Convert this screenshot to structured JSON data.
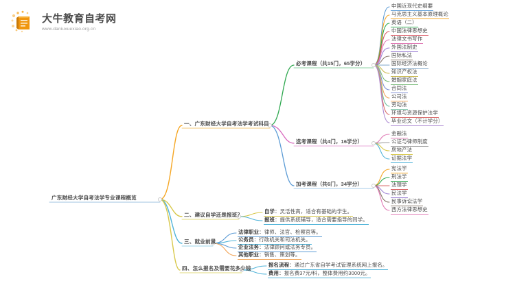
{
  "logo": {
    "title": "大牛教育自考网",
    "url": "www.daniuxuexiao.org.cn",
    "icon": "book-icon"
  },
  "mindmap": {
    "root": "广东财经大学自考法学专业课程概览",
    "branches": [
      {
        "label": "一、广东财经大学自考法学考试科目",
        "color": "#f5a623",
        "children": [
          {
            "label": "必考课程（共15门，65学分）",
            "color": "#2ea84f",
            "items": [
              "中国近现代史纲要",
              "马克思主义基本原理概论",
              "英语（二）",
              "中国法律思想史",
              "法律文书写作",
              "外国法制史",
              "国际私法",
              "国际经济法概论",
              "知识产权法",
              "婚姻家庭法",
              "合同法",
              "公司法",
              "劳动法",
              "环境与资源保护法学",
              "毕业论文（不计学分）"
            ],
            "item_colors": [
              "#5b9bd5",
              "#f5a623",
              "#2ea84f",
              "#d94f5c",
              "#e07ab5",
              "#9b7fd4",
              "#8a7a6d",
              "#7ea6c9",
              "#c9b84a",
              "#7fbf7f",
              "#7f8fd4",
              "#f2a65a",
              "#6fbf9f",
              "#d96b6b",
              "#b08fd4"
            ]
          },
          {
            "label": "选考课程（共4门，16学分）",
            "color": "#d96bbf",
            "items": [
              "金融法",
              "公证与律师制度",
              "房地产法",
              "证据法学"
            ],
            "item_colors": [
              "#e07ab5",
              "#9b9b9b",
              "#d8c84a",
              "#4fb3d9"
            ]
          },
          {
            "label": "加考课程（共6门，34学分）",
            "color": "#5b9bd5",
            "items": [
              "宪法学",
              "刑法学",
              "法理学",
              "民法学",
              "民事诉讼法学",
              "西方法律思想史"
            ],
            "item_colors": [
              "#f5a623",
              "#2ea84f",
              "#d96b6b",
              "#9b7fd4",
              "#8a7a6d",
              "#e07ab5"
            ]
          }
        ]
      },
      {
        "label": "二、建议自学还是报班？",
        "color": "#d8c84a",
        "children": [],
        "items": [
          {
            "lead": "自学",
            "text": "：灵活性高，适合有基础的学生。",
            "color": "#d8c84a"
          },
          {
            "lead": "报班",
            "text": "：提供系统辅导，适合需要指导的同学。",
            "color": "#4fb3d9"
          }
        ]
      },
      {
        "label": "三、就业前景",
        "color": "#4fb3d9",
        "children": [],
        "items": [
          {
            "lead": "法律职业",
            "text": "：律师、法官、检察官等。",
            "color": "#5b9bd5"
          },
          {
            "lead": "公务员",
            "text": "：行政机关和司法机关。",
            "color": "#4fb3d9"
          },
          {
            "lead": "企业法务",
            "text": "：法律顾问或法务专员。",
            "color": "#5b9bd5"
          },
          {
            "lead": "其他职业",
            "text": "：销售、策划等。",
            "color": "#f2a65a"
          }
        ]
      },
      {
        "label": "四、怎么报名及需要花多少钱",
        "color": "#d8c84a",
        "children": [],
        "items": [
          {
            "lead": "报名流程",
            "text": "：通过广东省自学考试管理系统网上报名。",
            "color": "#4fb3d9"
          },
          {
            "lead": "费用",
            "text": "：报名费37元/科，整体费用约3000元。",
            "color": "#4fb3d9"
          }
        ]
      }
    ]
  }
}
